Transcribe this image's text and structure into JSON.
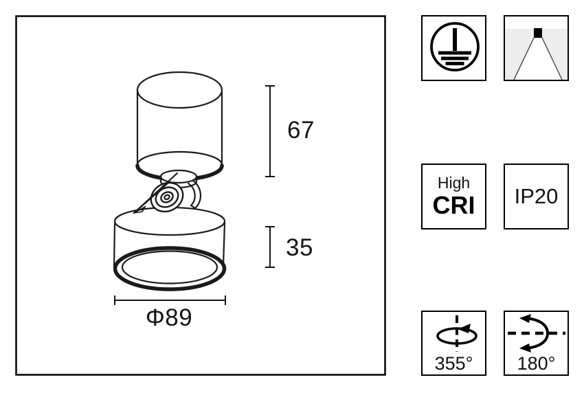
{
  "drawing": {
    "dimensions": {
      "top_cylinder_height": "67",
      "head_height": "35",
      "diameter": "Φ89"
    }
  },
  "badges": {
    "high_cri": {
      "top": "High",
      "bottom": "CRI"
    },
    "ip_rating": {
      "value": "IP20"
    },
    "rotation": {
      "value": "355°"
    },
    "tilt": {
      "value": "180°"
    }
  },
  "icons": {
    "protection_class": "earth-ground-class-I",
    "beam": "surface-mounted-downlight-beam",
    "rotation": "rotate-around-vertical-axis",
    "tilt": "tilt-around-horizontal-axis"
  },
  "colors": {
    "ink": "#141414",
    "line": "#1a1a1a",
    "beam_gray": "#ededed",
    "border": "#000000"
  }
}
